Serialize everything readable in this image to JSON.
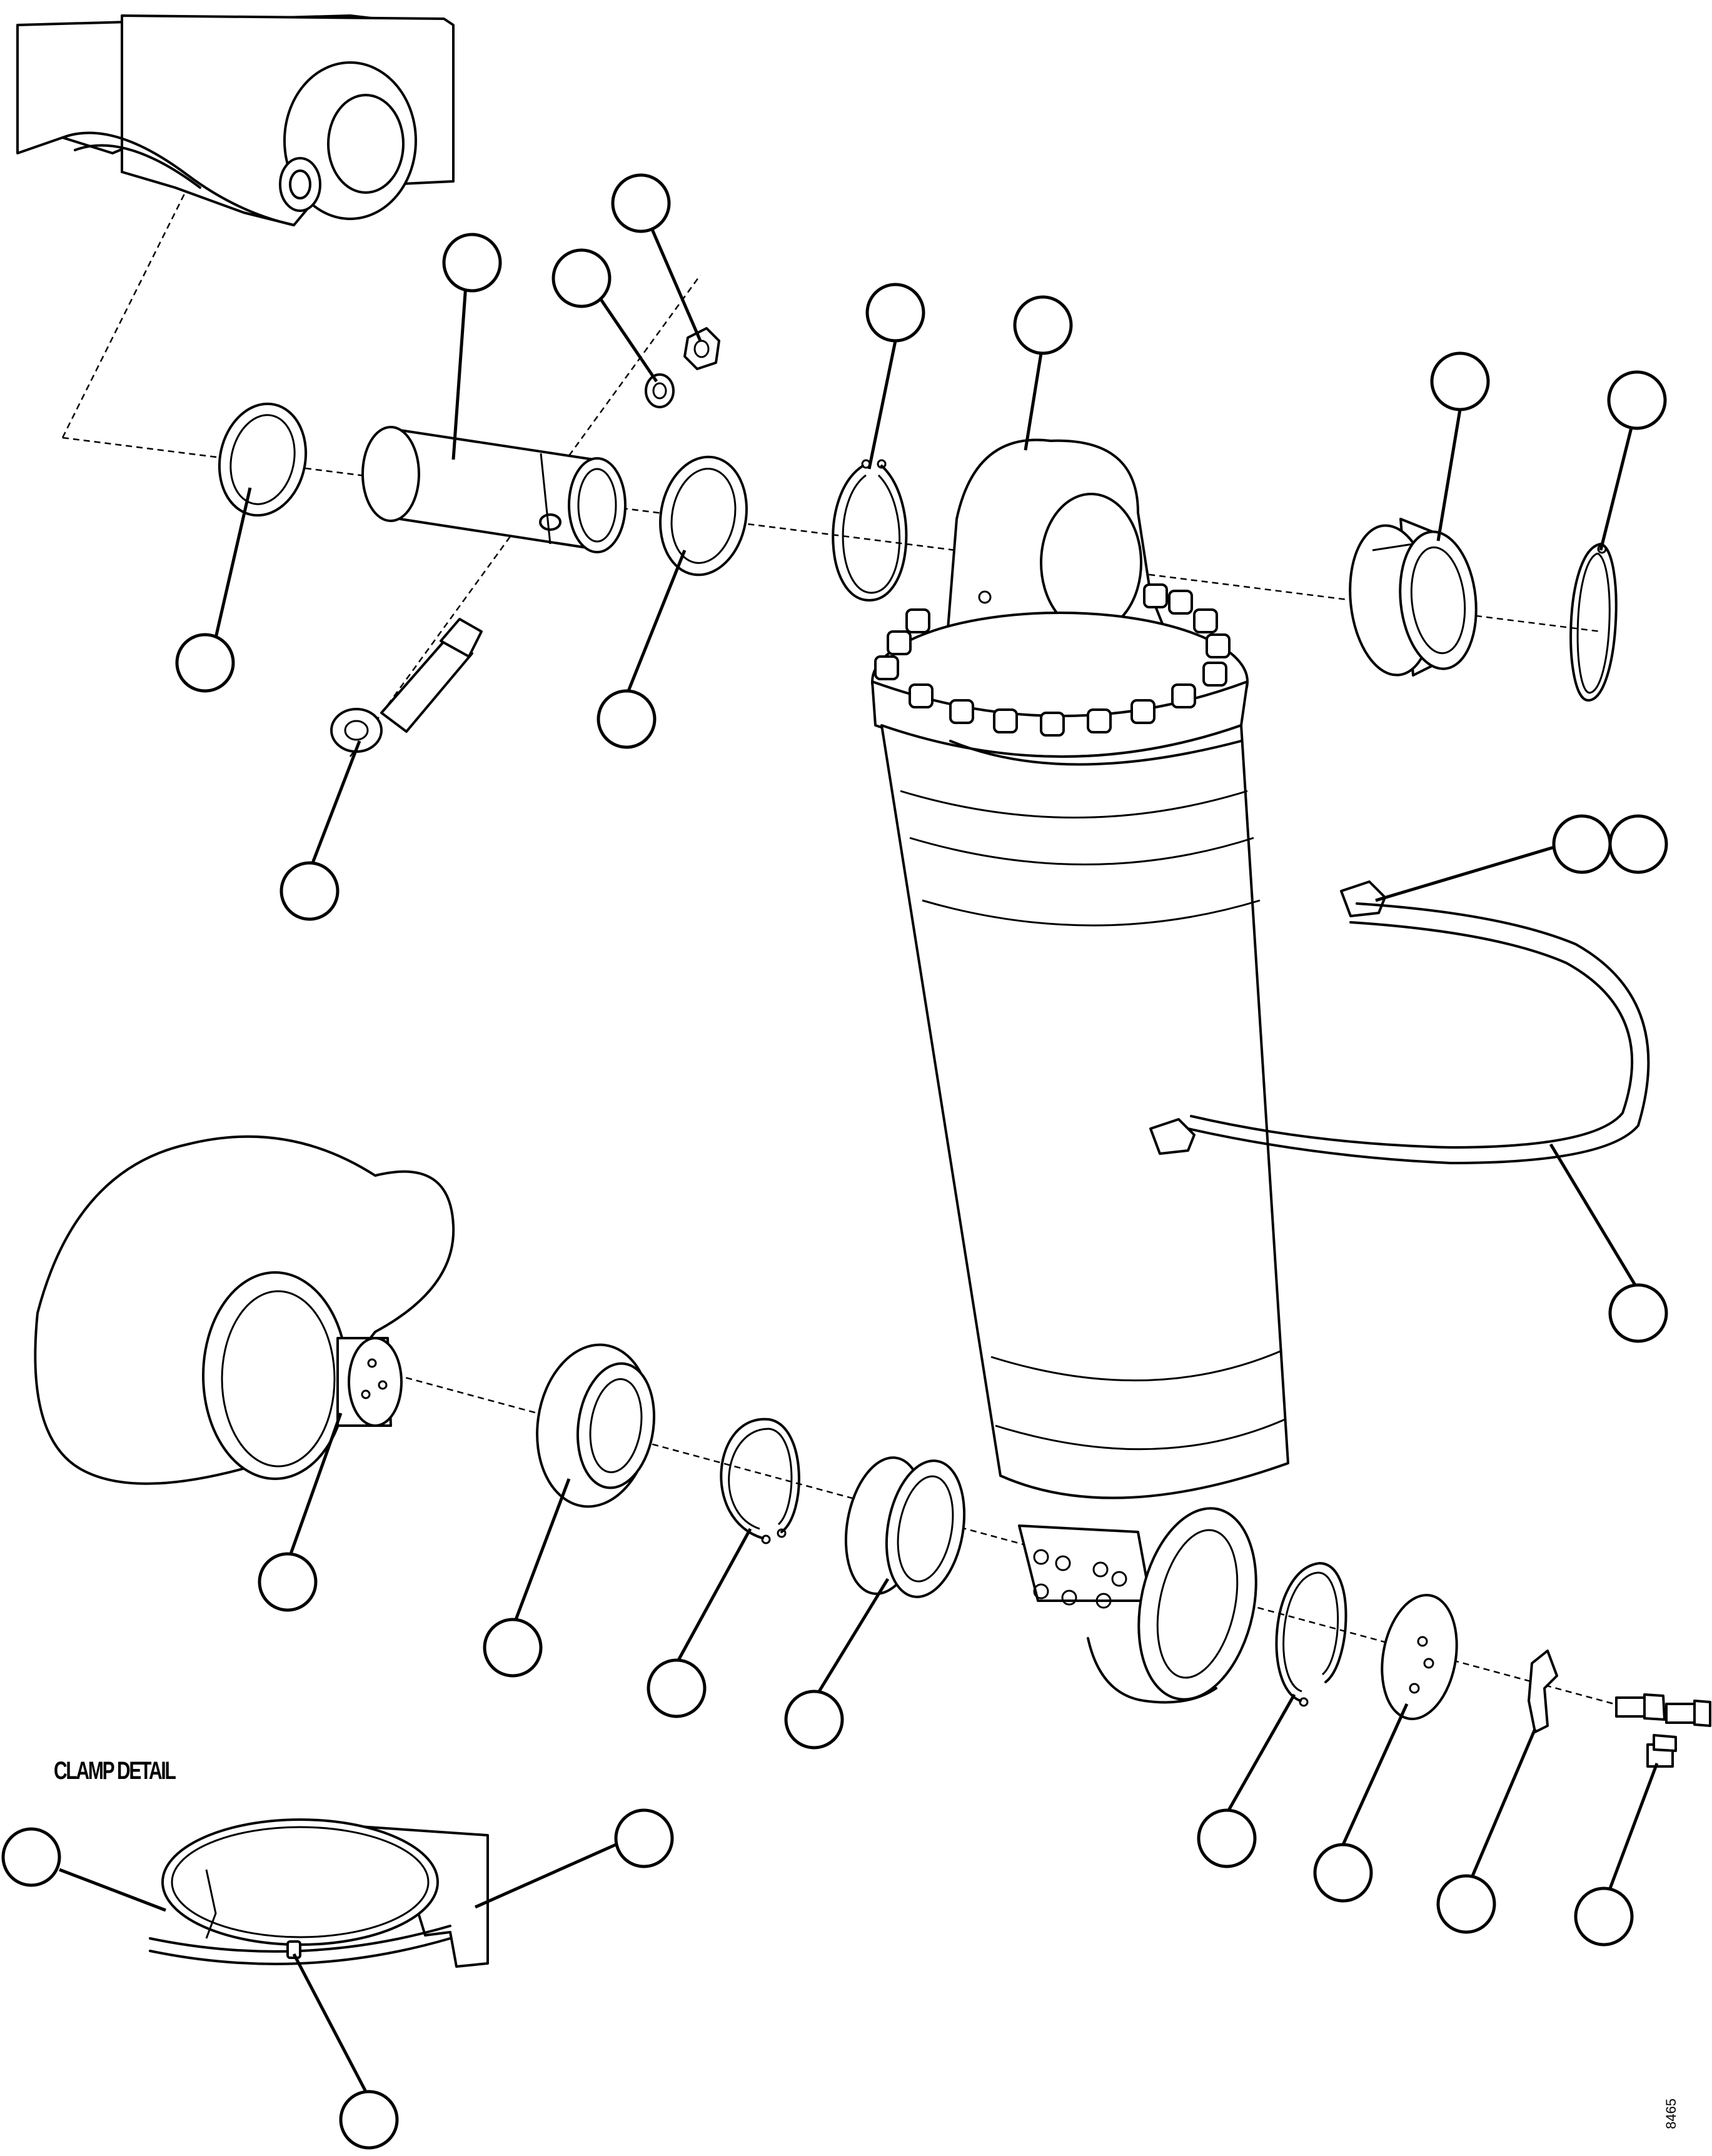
{
  "figure": {
    "caption": "CLAMP DETAIL",
    "document_ref": "8465"
  },
  "callouts": [
    {
      "id": "pin"
    },
    {
      "id": "lock-washer"
    },
    {
      "id": "nut"
    },
    {
      "id": "upper-snap-ring"
    },
    {
      "id": "cylinder"
    },
    {
      "id": "upper-bearing"
    },
    {
      "id": "bearing-snap-ring"
    },
    {
      "id": "upper-spacer"
    },
    {
      "id": "inner-spacer"
    },
    {
      "id": "bolt"
    },
    {
      "id": "clamp-hardware-a"
    },
    {
      "id": "clamp-hardware-b"
    },
    {
      "id": "clamp-strap"
    },
    {
      "id": "lower-pin-stub"
    },
    {
      "id": "lower-seal"
    },
    {
      "id": "lower-snap-ring"
    },
    {
      "id": "lower-bearing"
    },
    {
      "id": "rod-snap-ring"
    },
    {
      "id": "end-plate"
    },
    {
      "id": "lock-tab"
    },
    {
      "id": "cap-screws"
    },
    {
      "id": "clamp-band"
    },
    {
      "id": "clamp-guard"
    },
    {
      "id": "clamp-fastener"
    }
  ]
}
